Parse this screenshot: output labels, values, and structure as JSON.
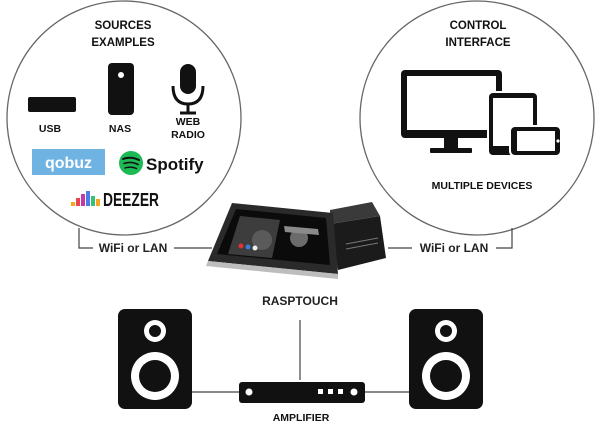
{
  "sources": {
    "heading_line1": "SOURCES",
    "heading_line2": "EXAMPLES",
    "usb_label": "USB",
    "nas_label": "NAS",
    "web_radio_line1": "WEB",
    "web_radio_line2": "RADIO",
    "qobuz_label": "qobuz",
    "spotify_label": "Spotify",
    "deezer_label": "DEEZER"
  },
  "control": {
    "heading_line1": "CONTROL",
    "heading_line2": "INTERFACE",
    "devices_label": "MULTIPLE DEVICES"
  },
  "connections": {
    "left_label": "WiFi or LAN",
    "right_label": "WiFi or LAN"
  },
  "device": {
    "name": "RASPTOUCH"
  },
  "amplifier": {
    "label": "AMPLIFIER"
  },
  "colors": {
    "qobuz_bg": "#6fb3e3",
    "spotify_green": "#1db954",
    "deezer_bars": [
      "#f6a623",
      "#e8444b",
      "#c23aa7",
      "#4f7be8",
      "#36c07a"
    ]
  }
}
